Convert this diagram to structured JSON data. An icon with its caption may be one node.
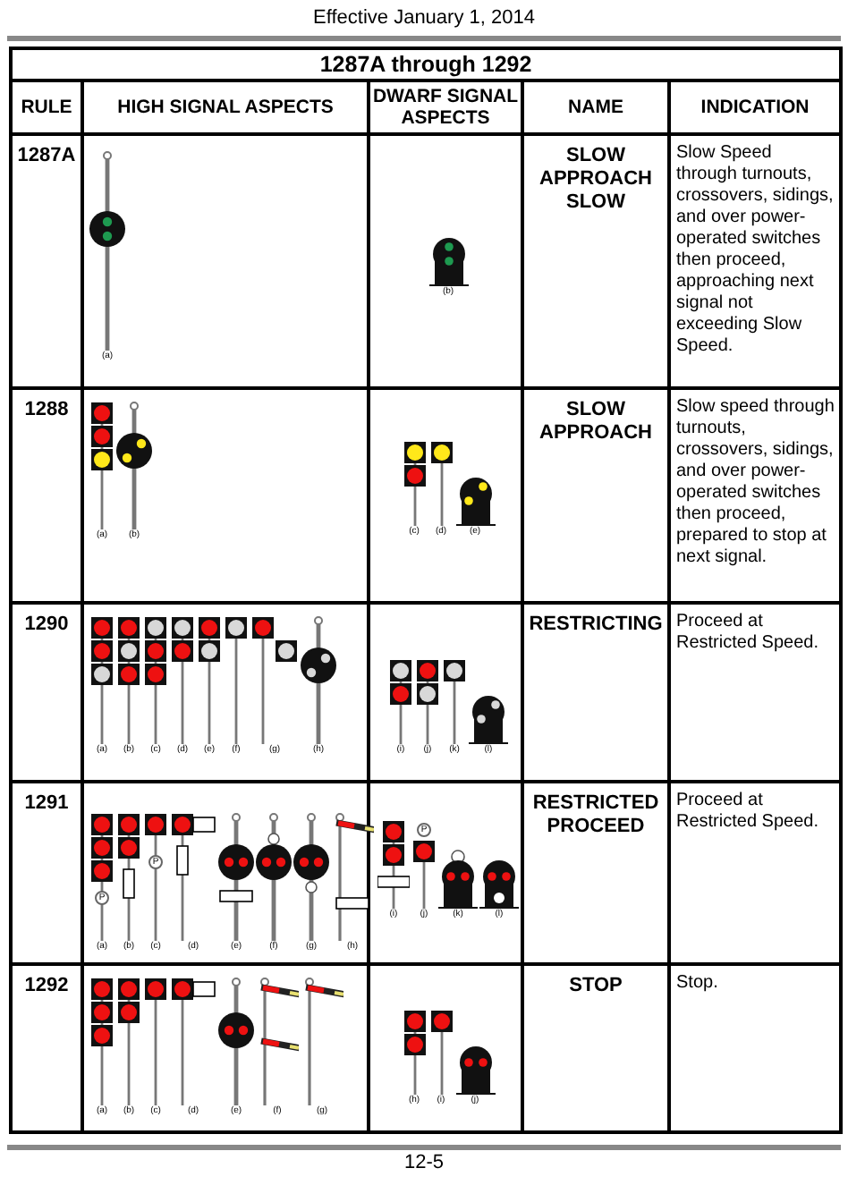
{
  "diagram": {
    "title": "1287A through 1292",
    "labels": [
      "Effective January 1, 2014",
      "RULE",
      "HIGH SIGNAL ASPECTS",
      "DWARF SIGNAL ASPECTS",
      "NAME",
      "INDICATION",
      "1287A",
      "(a)",
      "(b)",
      "SLOW APPROACH SLOW",
      "Slow Speed through turnouts, crossovers, sidings, and over power-operated switches then proceed, approaching next signal not exceeding Slow Speed.",
      "1288",
      "(a)",
      "(b)",
      "(c)",
      "(d)",
      "(e)",
      "SLOW APPROACH",
      "Slow speed through turnouts, crossovers, sidings, and over power-operated switches then proceed, prepared to stop at next signal.",
      "1290",
      "(a)",
      "(b)",
      "(c)",
      "(d)",
      "(e)",
      "(f)",
      "(g)",
      "(h)",
      "(i)",
      "(j)",
      "(k)",
      "(l)",
      "RESTRICTING",
      "Proceed at Restricted Speed.",
      "1291",
      "P",
      "(a)",
      "(b)",
      "P",
      "(c)",
      "(d)",
      "(e)",
      "(f)",
      "(g)",
      "(h)",
      "(i)",
      "P",
      "(j)",
      "(k)",
      "(l)",
      "RESTRICTED PROCEED",
      "Proceed at Restricted Speed.",
      "1292",
      "(a)",
      "(b)",
      "(c)",
      "(d)",
      "(e)",
      "(f)",
      "(g)",
      "(h)",
      "(i)",
      "(j)",
      "STOP",
      "Stop.",
      "12-5"
    ]
  }
}
